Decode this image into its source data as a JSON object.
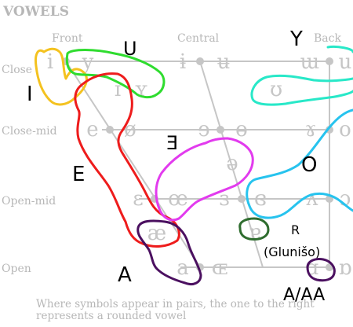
{
  "title": "VOWELS",
  "columns": {
    "front": "Front",
    "central": "Central",
    "back": "Back"
  },
  "rows": {
    "close": "Close",
    "close_mid": "Close-mid",
    "open_mid": "Open-mid",
    "open": "Open"
  },
  "symbols": {
    "i": "i",
    "y": "y",
    "i_bar": "ɨ",
    "u_bar": "ʉ",
    "w": "ɯ",
    "u": "u",
    "ih": "ɪ",
    "ybar": "ʏ",
    "upsilon": "ʊ",
    "e": "e",
    "oslash": "ø",
    "schwa_rev": "ɘ",
    "o_bar": "ɵ",
    "ram": "ɤ",
    "o": "o",
    "schwa": "ə",
    "eps": "ɛ",
    "oe": "œ",
    "eps_rev": "ɜ",
    "eps_rev_r": "ɞ",
    "wedge": "ʌ",
    "open_o": "ɔ",
    "ae": "æ",
    "turned_a": "ɐ",
    "a": "a",
    "OE": "ɶ",
    "script_a": "ɑ",
    "turned_script_a": "ɒ"
  },
  "annotations": {
    "U": "U",
    "Y": "Y",
    "I": "I",
    "E3": "Ǝ",
    "E": "E",
    "O": "O",
    "A": "A",
    "R": "R",
    "R_sub": "(Glunišo)",
    "AA": "A/AA"
  },
  "footnote_line1": "Where symbols appear in pairs, the one to the right",
  "footnote_line2": "represents a rounded vowel",
  "colors": {
    "grid": "#c6c6c6",
    "symbol": "#c6c6c6",
    "label": "#b7b7b7",
    "orange": "#f4c21f",
    "green": "#2fdc2f",
    "teal": "#28e8c8",
    "red": "#ee1c1c",
    "magenta": "#e23bee",
    "blue": "#27c3ee",
    "purple": "#4b1060",
    "darkgreen": "#2f6d2f"
  }
}
